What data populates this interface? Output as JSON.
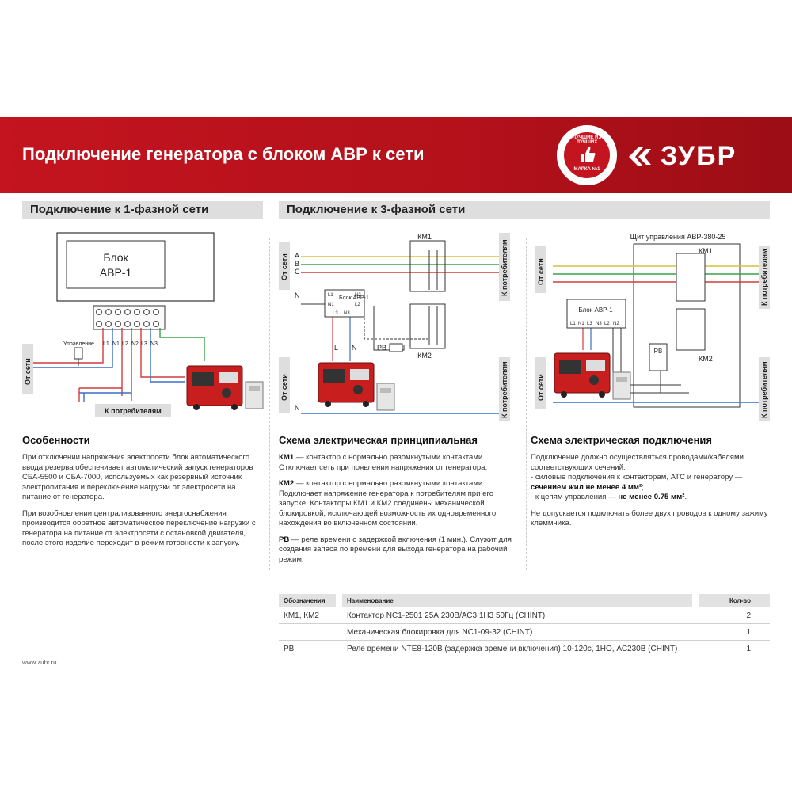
{
  "banner": {
    "title": "Подключение генератора с блоком АВР к сети",
    "badge_top": "ЛУЧШИЕ ИЗ ЛУЧШИХ",
    "badge_bottom": "МАРКА №1",
    "brand": "ЗУБР"
  },
  "sections": {
    "single_phase": "Подключение к 1-фазной сети",
    "three_phase": "Подключение к 3-фазной сети"
  },
  "diagram1": {
    "block_title_1": "Блок",
    "block_title_2": "АВР-1",
    "control": "Управление",
    "terminals": [
      "L1",
      "N1",
      "L2",
      "N2",
      "L3",
      "N3"
    ],
    "grid": "От сети",
    "consumers": "К потребителям"
  },
  "diagram2": {
    "km1": "КМ1",
    "km2": "КМ2",
    "grid": "От сети",
    "consumers": "К потребителям",
    "phases": [
      "A",
      "B",
      "C"
    ],
    "n": "N",
    "l": "L",
    "pb": "РВ",
    "block": "Блок АВР-1",
    "block_terms": [
      "L1",
      "N1",
      "L3",
      "N3",
      "N2",
      "L2"
    ]
  },
  "diagram3": {
    "panel_title": "Щит управления АВР-380-25",
    "km1": "КМ1",
    "km2": "КМ2",
    "pb": "РВ",
    "block": "Блок АВР-1",
    "block_terms": [
      "L1",
      "N1",
      "L3",
      "N3",
      "L2",
      "N2"
    ],
    "grid": "От сети",
    "consumers": "К потребителям"
  },
  "features": {
    "title": "Особенности",
    "p1": "При отключении напряжения электросети блок автоматического ввода резерва обеспечивает автоматический запуск генераторов СБА-5500 и СБА-7000, используемых как резервный источник электропитания и переключение нагрузки от электросети на питание от генератора.",
    "p2": "При возобновлении централизованного энергоснабжения производится обратное автоматическое переключение нагрузки с генератора на питание от электросети с остановкой двигателя, после этого изделие переходит в режим готовности к запуску."
  },
  "schematic": {
    "title": "Схема электрическая принципиальная",
    "km1_label": "КМ1",
    "km1_text": " — контактор с нормально разомкнутыми контактами. Отключает сеть при появлении напряжения от генератора.",
    "km2_label": "КМ2",
    "km2_text": " — контактор с нормально разомкнутыми контактами. Подключает напряжение генератора к потребителям при его запуске. Контакторы КМ1 и КМ2 соединены механической блокировкой, исключающей возможность их одновременного нахождения во включенном состоянии.",
    "pb_label": "РВ",
    "pb_text": " — реле времени с задержкой включения (1 мин.). Служит для создания запаса по времени для выхода генератора на рабочий режим."
  },
  "connection": {
    "title": "Схема электрическая подключения",
    "p1": "Подключение должно осуществляться проводами/кабелями соответствующих сечений:",
    "l1a": "- силовые подключения к контакторам, АТС и генератору — ",
    "l1b": "сечением жил не менее 4 мм²",
    "l1c": ";",
    "l2a": "- к цепям управления — ",
    "l2b": "не менее 0.75 мм²",
    "l2c": ".",
    "p3": "Не допускается подключать более двух проводов к одному зажиму клеммника."
  },
  "table": {
    "headers": [
      "Обозначения",
      "Наименование",
      "Кол-во"
    ],
    "rows": [
      [
        "КМ1, КМ2",
        "Контактор NC1-2501 25А 230В/АС3 1Н3 50Гц (CHINT)",
        "2"
      ],
      [
        "",
        "Механическая блокировка для NC1-09-32 (CHINT)",
        "1"
      ],
      [
        "РВ",
        "Реле времени NTE8-120B (задержка времени включения) 10-120с, 1НО, АС230В (CHINT)",
        "1"
      ]
    ]
  },
  "footer": "www.zubr.ru",
  "colors": {
    "banner": "#c3141f",
    "wire_red": "#d23c3c",
    "wire_blue": "#3a6fc4",
    "wire_green": "#3aa04a",
    "wire_yellow": "#d8c23a"
  }
}
